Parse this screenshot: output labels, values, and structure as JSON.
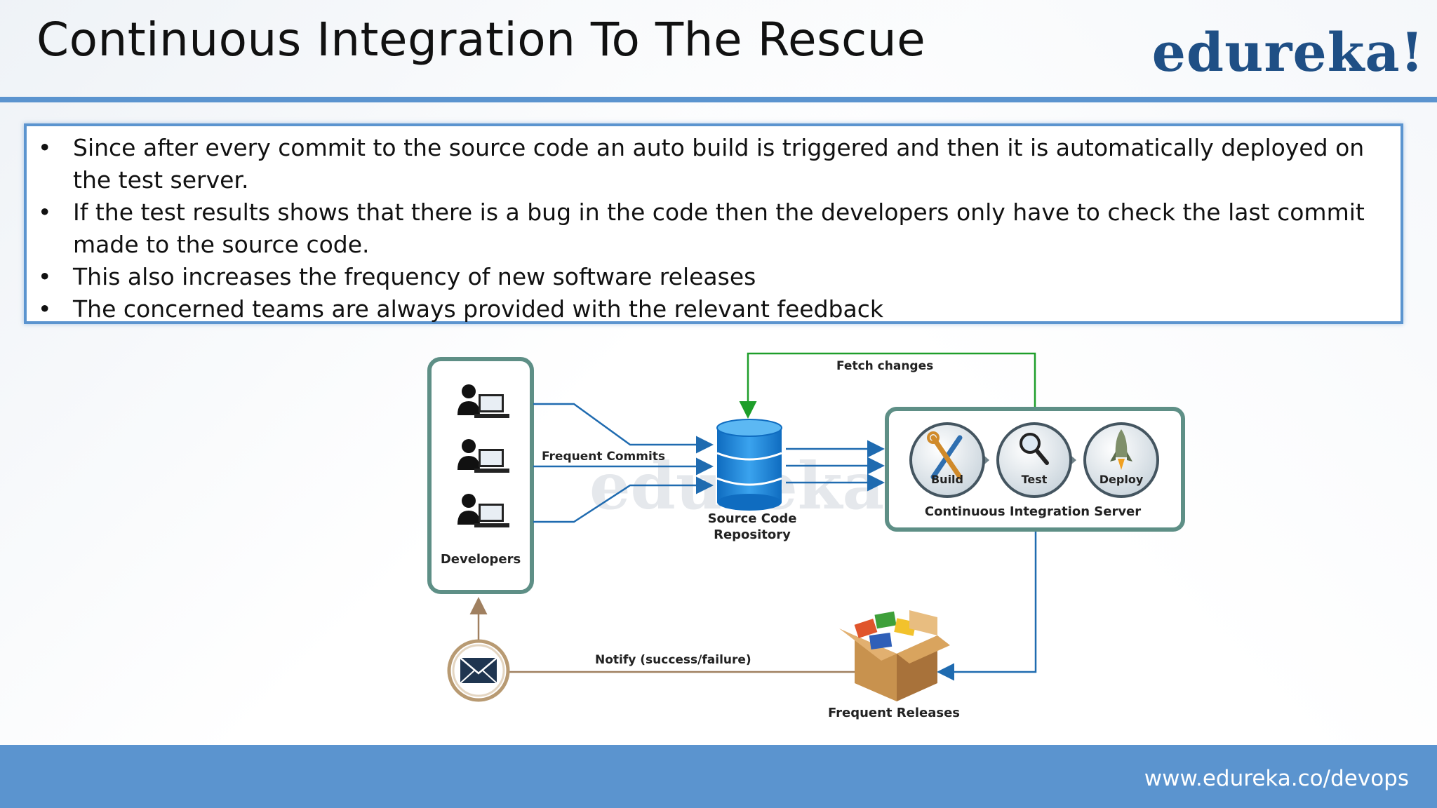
{
  "header": {
    "title": "Continuous Integration To The Rescue",
    "logo": "edureka!"
  },
  "bullets": [
    "Since after every commit to the source code an auto build is triggered and then it is automatically deployed on the test server.",
    "If the test results shows that there is a bug in the code then the developers only have to check the last commit made to the source code.",
    "This also increases the frequency of new software releases",
    "The concerned teams are always provided with the relevant feedback"
  ],
  "diagram": {
    "developers_label": "Developers",
    "frequent_commits_label": "Frequent Commits",
    "repository_label_line1": "Source Code",
    "repository_label_line2": "Repository",
    "fetch_changes_label": "Fetch changes",
    "ci_server_label": "Continuous Integration Server",
    "stages": [
      "Build",
      "Test",
      "Deploy"
    ],
    "notify_label": "Notify (success/failure)",
    "releases_label": "Frequent Releases",
    "watermark": "edureka!",
    "icons": {
      "developer": "developer-computer-icon",
      "repository": "database-icon",
      "build": "wrench-screwdriver-icon",
      "test": "magnifier-icon",
      "deploy": "rocket-icon",
      "notify": "envelope-icon",
      "releases": "package-box-icon"
    },
    "colors": {
      "panel_border": "#5e8f86",
      "commit_arrows": "#1f6bb0",
      "fetch_arrow": "#1e9e2a",
      "notify_line": "#a08060",
      "repo_blue": "#1a7fd0"
    }
  },
  "footer": {
    "url": "www.edureka.co/devops"
  }
}
